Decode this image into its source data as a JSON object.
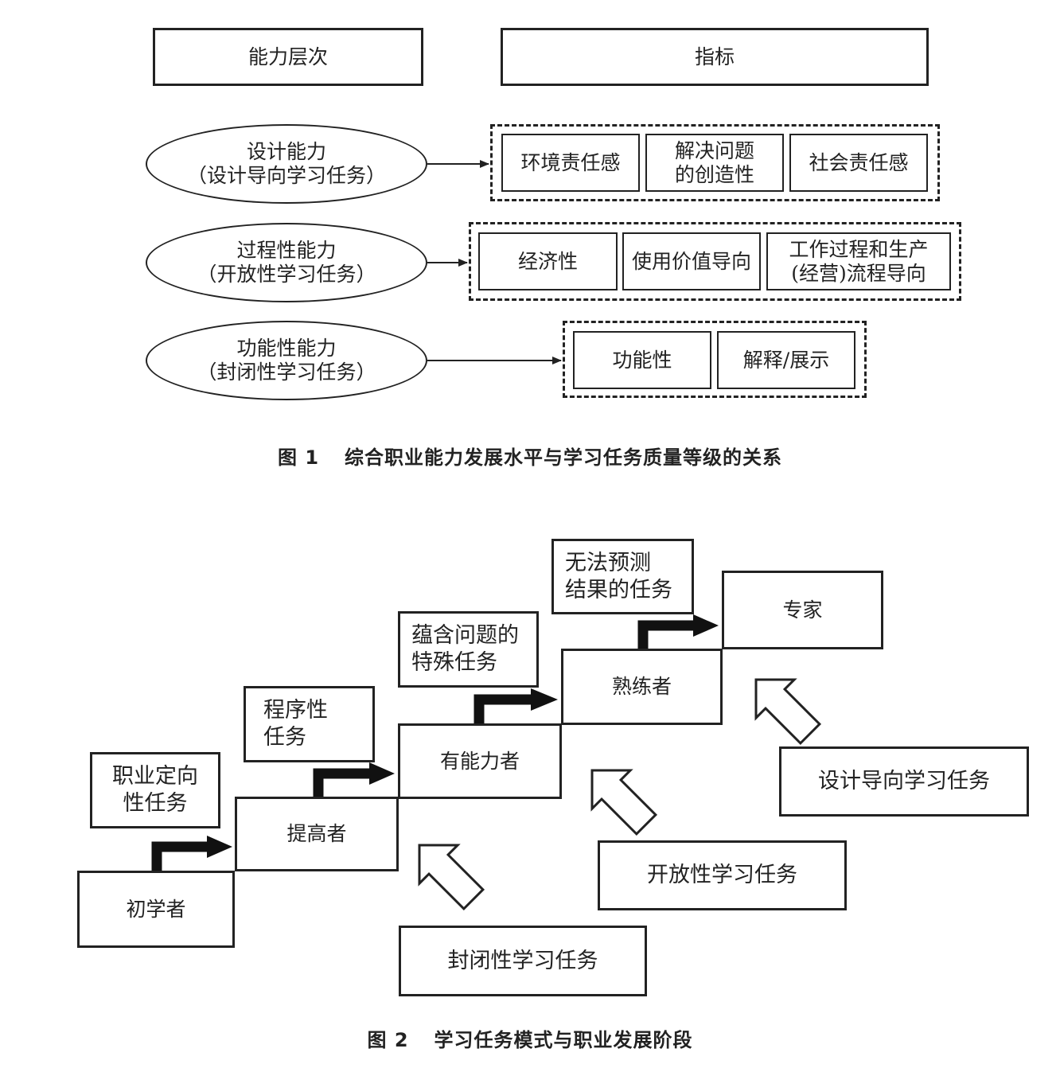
{
  "fig1": {
    "header_level": "能力层次",
    "header_indicator": "指标",
    "rows": [
      {
        "level": [
          "设计能力",
          "（设计导向学习任务）"
        ],
        "indicators": [
          [
            "环境责任感"
          ],
          [
            "解决问题",
            "的创造性"
          ],
          [
            "社会责任感"
          ]
        ]
      },
      {
        "level": [
          "过程性能力",
          "（开放性学习任务）"
        ],
        "indicators": [
          [
            "经济性"
          ],
          [
            "使用价值导向"
          ],
          [
            "工作过程和生产",
            "(经营)流程导向"
          ]
        ]
      },
      {
        "level": [
          "功能性能力",
          "（封闭性学习任务）"
        ],
        "indicators": [
          [
            "功能性"
          ],
          [
            "解释/展示"
          ]
        ]
      }
    ],
    "caption_number": "图 1",
    "caption_title": "综合职业能力发展水平与学习任务质量等级的关系"
  },
  "fig2": {
    "stages": [
      "初学者",
      "提高者",
      "有能力者",
      "熟练者",
      "专家"
    ],
    "tasks": [
      [
        "职业定向",
        "性任务"
      ],
      [
        "程序性",
        "任务"
      ],
      [
        "蕴含问题的",
        "特殊任务"
      ],
      [
        "无法预测",
        "结果的任务"
      ]
    ],
    "learning_tasks": [
      "封闭性学习任务",
      "开放性学习任务",
      "设计导向学习任务"
    ],
    "caption_number": "图 2",
    "caption_title": "学习任务模式与职业发展阶段"
  }
}
